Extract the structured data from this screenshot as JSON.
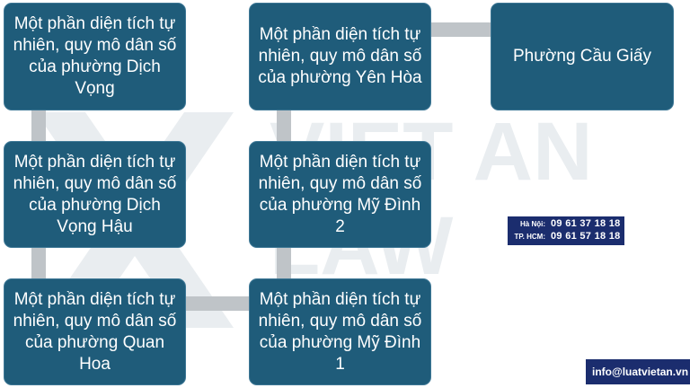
{
  "watermark": {
    "line1": "VIET AN",
    "line2": "LAW"
  },
  "nodes": {
    "dich_vong": "Một phần diện tích tự nhiên, quy mô dân số của phường Dịch Vọng",
    "dich_vong_hau": "Một phần diện tích tự nhiên, quy mô dân số của phường Dịch Vọng Hậu",
    "quan_hoa": "Một phần diện tích tự nhiên, quy mô dân số của phường Quan Hoa",
    "yen_hoa": "Một phần diện tích tự nhiên, quy mô dân số của phường Yên Hòa",
    "my_dinh_2": "Một phần diện tích tự nhiên, quy mô dân số của phường Mỹ Đình 2",
    "my_dinh_1": "Một phần diện tích tự nhiên, quy mô dân số của phường Mỹ Đình 1",
    "cau_giay": "Phường Cầu Giấy"
  },
  "contact": {
    "hanoi_label": "Hà Nội:",
    "hanoi_phone": "09 61 37 18 18",
    "hcm_label": "TP. HCM:",
    "hcm_phone": "09 61 57 18 18",
    "email": "info@luatvietan.vn"
  },
  "colors": {
    "box": "#1f5c7a",
    "connector": "#bfc4c8",
    "badge": "#1b2d6e"
  }
}
